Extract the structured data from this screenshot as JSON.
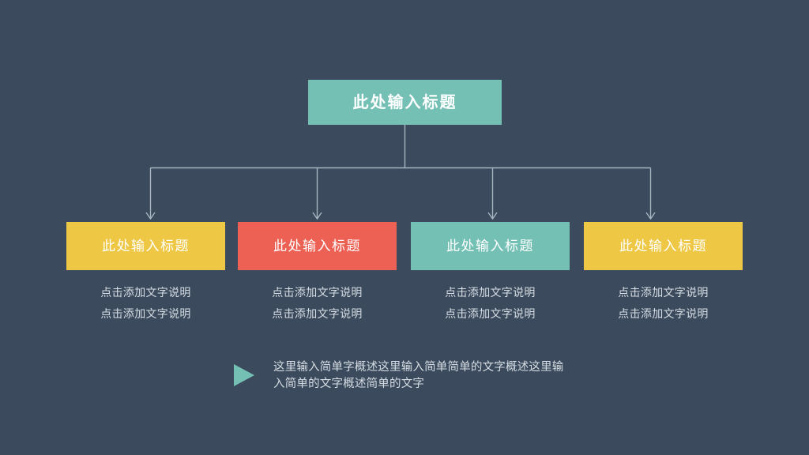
{
  "slide": {
    "background_color": "#3b4a5c",
    "title_box": {
      "label": "此处输入标题",
      "color": "#74c0b5"
    },
    "connector": {
      "line_color": "#a8b4bf",
      "arrow_icon": "down-arrow-icon"
    },
    "nodes": [
      {
        "label": "此处输入标题",
        "color": "#eec745",
        "captions": [
          "点击添加文字说明",
          "点击添加文字说明"
        ]
      },
      {
        "label": "此处输入标题",
        "color": "#ec6154",
        "captions": [
          "点击添加文字说明",
          "点击添加文字说明"
        ]
      },
      {
        "label": "此处输入标题",
        "color": "#74c0b5",
        "captions": [
          "点击添加文字说明",
          "点击添加文字说明"
        ]
      },
      {
        "label": "此处输入标题",
        "color": "#eec745",
        "captions": [
          "点击添加文字说明",
          "点击添加文字说明"
        ]
      }
    ],
    "footer": {
      "bullet_icon": "triangle-right-icon",
      "bullet_color": "#74c0b5",
      "text": "这里输入简单字概述这里输入简单简单的文字概述这里输入简单的文字概述简单的文字"
    }
  }
}
